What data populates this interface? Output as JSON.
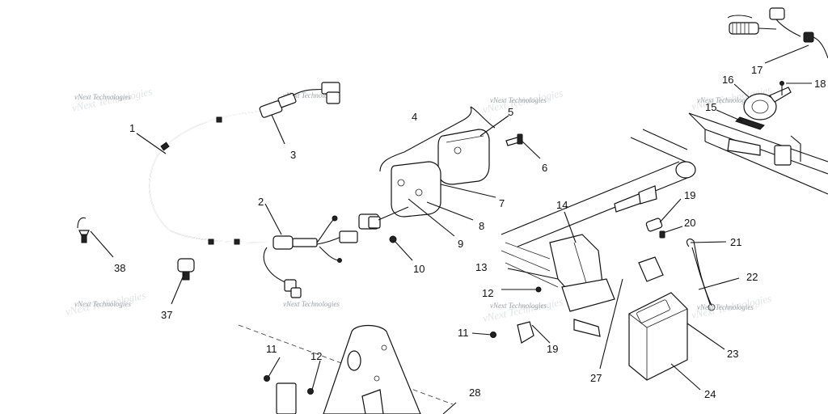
{
  "watermark": "vNext Technologies",
  "callouts": [
    {
      "id": "1",
      "text": "1"
    },
    {
      "id": "2",
      "text": "2"
    },
    {
      "id": "3",
      "text": "3"
    },
    {
      "id": "4",
      "text": "4"
    },
    {
      "id": "5",
      "text": "5"
    },
    {
      "id": "6",
      "text": "6"
    },
    {
      "id": "7",
      "text": "7"
    },
    {
      "id": "8",
      "text": "8"
    },
    {
      "id": "9",
      "text": "9"
    },
    {
      "id": "10",
      "text": "10"
    },
    {
      "id": "11a",
      "text": "11"
    },
    {
      "id": "11b",
      "text": "11"
    },
    {
      "id": "12a",
      "text": "12"
    },
    {
      "id": "12b",
      "text": "12"
    },
    {
      "id": "13",
      "text": "13"
    },
    {
      "id": "14",
      "text": "14"
    },
    {
      "id": "15",
      "text": "15"
    },
    {
      "id": "16",
      "text": "16"
    },
    {
      "id": "17",
      "text": "17"
    },
    {
      "id": "18",
      "text": "18"
    },
    {
      "id": "19a",
      "text": "19"
    },
    {
      "id": "19b",
      "text": "19"
    },
    {
      "id": "20",
      "text": "20"
    },
    {
      "id": "21",
      "text": "21"
    },
    {
      "id": "22",
      "text": "22"
    },
    {
      "id": "23",
      "text": "23"
    },
    {
      "id": "24",
      "text": "24"
    },
    {
      "id": "27",
      "text": "27"
    },
    {
      "id": "28",
      "text": "28"
    },
    {
      "id": "37",
      "text": "37"
    },
    {
      "id": "38",
      "text": "38"
    }
  ]
}
